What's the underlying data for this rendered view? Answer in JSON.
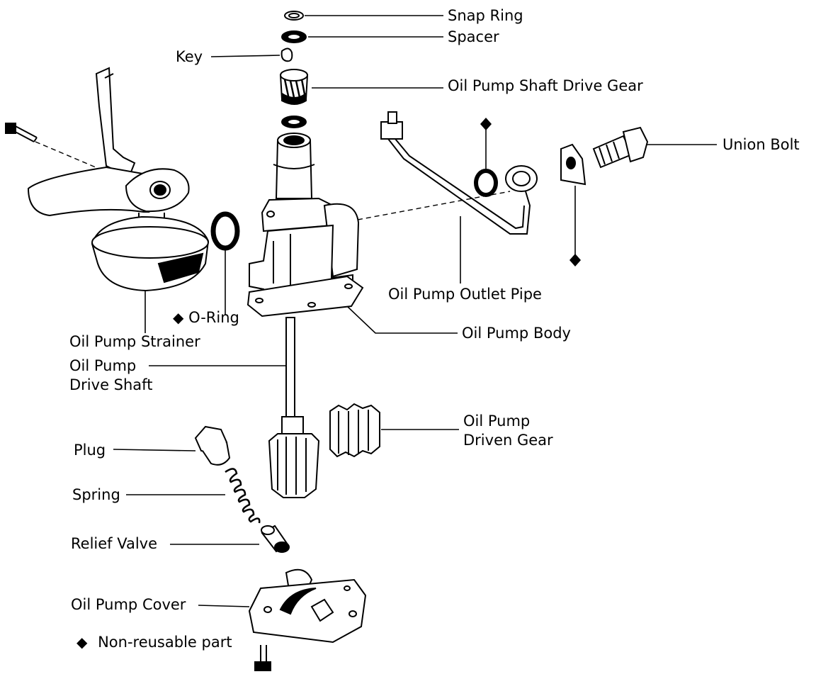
{
  "labels": {
    "snap_ring": "Snap Ring",
    "spacer": "Spacer",
    "key": "Key",
    "shaft_drive_gear": "Oil Pump Shaft Drive Gear",
    "union_bolt": "Union Bolt",
    "outlet_pipe": "Oil Pump Outlet Pipe",
    "o_ring": "O-Ring",
    "pump_body": "Oil Pump Body",
    "strainer": "Oil Pump Strainer",
    "drive_shaft": "Oil Pump\nDrive Shaft",
    "driven_gear": "Oil Pump\nDriven Gear",
    "plug": "Plug",
    "spring": "Spring",
    "relief_valve": "Relief Valve",
    "pump_cover": "Oil Pump Cover"
  },
  "legend": {
    "symbol": "◆",
    "text": "Non-reusable part"
  },
  "colors": {
    "ink": "#000000",
    "paper": "#ffffff"
  }
}
